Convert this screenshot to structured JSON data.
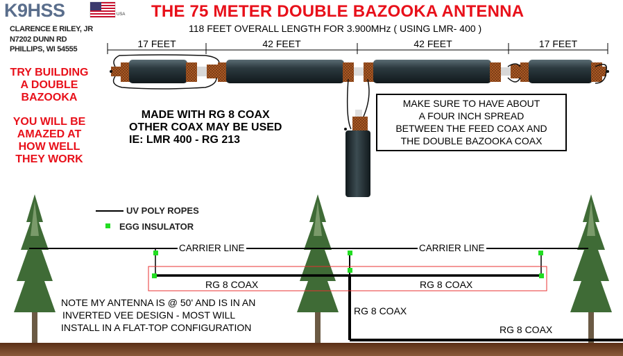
{
  "header": {
    "callsign": "K9HSS",
    "flag_caption": "USA",
    "title": "THE 75 METER DOUBLE BAZOOKA ANTENNA",
    "subtitle": "118 FEET OVERALL LENGTH FOR 3.900MHz ( USING LMR- 400 )"
  },
  "address": [
    "CLARENCE E RILEY, JR",
    "N7202 DUNN RD",
    "PHILLIPS, WI 54555"
  ],
  "dimensions": [
    "17 FEET",
    "42 FEET",
    "42 FEET",
    "17 FEET"
  ],
  "left_notes": {
    "try": [
      "TRY BUILDING",
      "A DOUBLE",
      "BAZOOKA"
    ],
    "amazed": [
      "YOU WILL BE",
      "AMAZED AT",
      "HOW WELL",
      "THEY WORK"
    ]
  },
  "made_with": [
    "MADE WITH RG 8 COAX",
    "OTHER COAX MAY BE USED",
    "IE: LMR 400 - RG 213"
  ],
  "callout": [
    "MAKE SURE TO HAVE ABOUT",
    "A FOUR INCH SPREAD",
    "BETWEEN THE FEED COAX AND",
    "THE DOUBLE BAZOOKA COAX"
  ],
  "legend": {
    "ropes": "UV POLY ROPES",
    "insulator": "EGG INSULATOR"
  },
  "install": {
    "carrier_left": "CARRIER LINE",
    "carrier_right": "CARRIER LINE",
    "coax_left": "RG 8 COAX",
    "coax_right": "RG 8 COAX",
    "feed_down": "RG 8 COAX",
    "feed_run": "RG 8 COAX"
  },
  "note": [
    "NOTE MY ANTENNA IS @ 50' AND IS IN AN",
    "INVERTED VEE DESIGN - MOST WILL",
    "INSTALL IN A FLAT-TOP CONFIGURATION"
  ],
  "colors": {
    "title_red": "#e8101a",
    "callsign_blue": "#5a6e8c",
    "insulator_green": "#22dd22",
    "coax_jacket": "#2c3a40",
    "copper": "#b8652c",
    "ground": "#6b3a1e"
  }
}
